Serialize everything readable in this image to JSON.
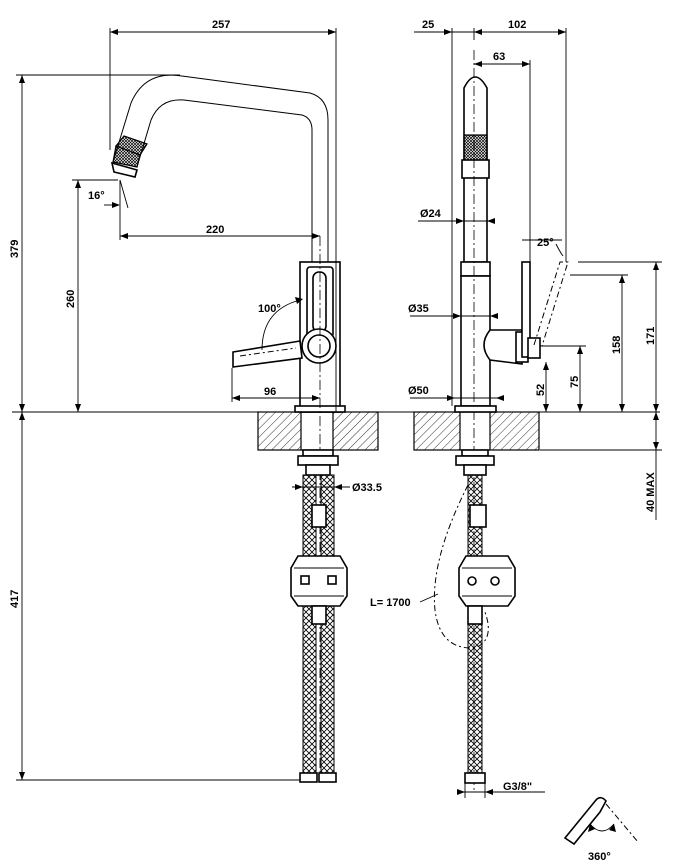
{
  "dimensions": {
    "width_total": "257",
    "height_total": "379",
    "spout_height": "260",
    "spout_angle": "16°",
    "spout_reach": "220",
    "lever_rotation": "100°",
    "lever_reach": "96",
    "below_deck": "417",
    "hose_nut_diameter": "Ø33.5",
    "side_offset": "25",
    "side_reach": "102",
    "side_spout_offset": "63",
    "spout_tube_diameter": "Ø24",
    "lever_tilt": "25°",
    "body_diameter": "Ø35",
    "base_diameter": "Ø50",
    "lever_height_max": "171",
    "lever_height_top": "158",
    "lever_height_mid": "75",
    "lever_height_low": "52",
    "deck_thickness": "40 MAX",
    "hose_length": "L= 1700",
    "connection_thread": "G3/8\"",
    "swivel": "360°"
  },
  "icons": [
    "swivel-rotation-icon"
  ]
}
